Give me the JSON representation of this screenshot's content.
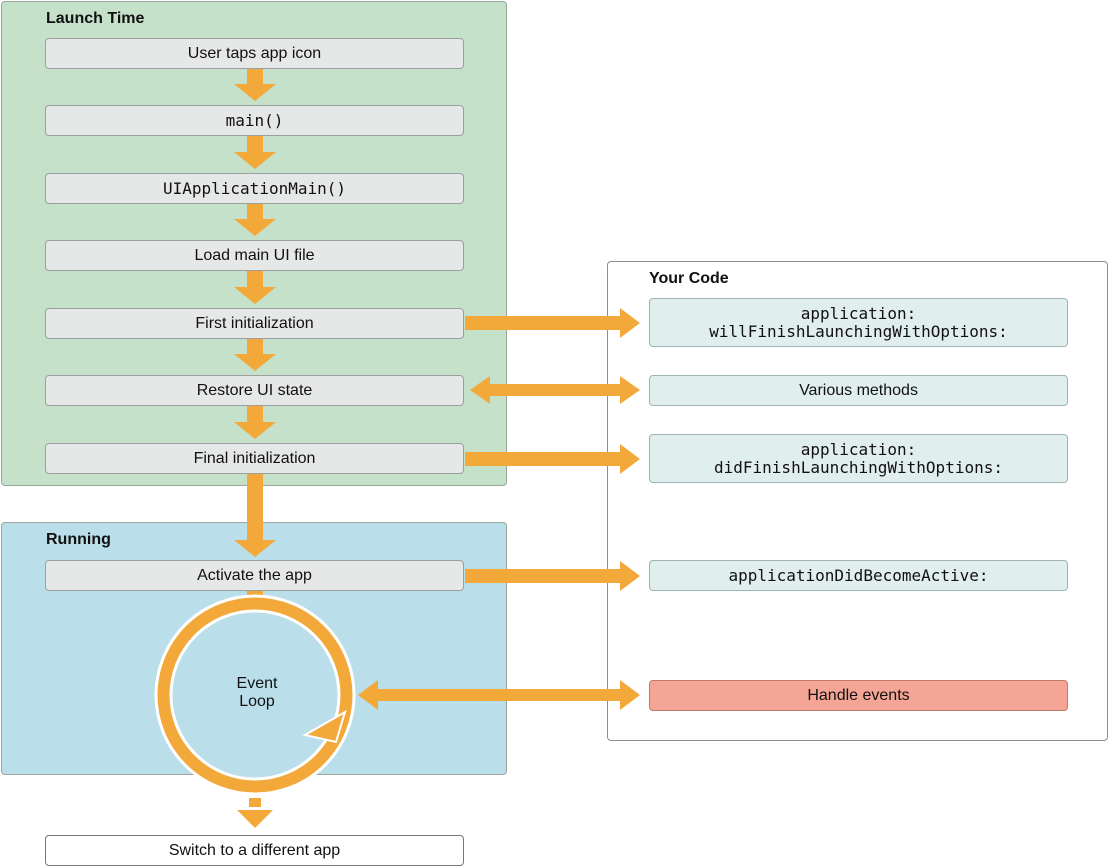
{
  "colors": {
    "launch_region": "#c5e1c9",
    "running_region": "#bbdfea",
    "arrow": "#f3a93a",
    "step_box": "#e6e7e7",
    "code_box": "#e1eeee",
    "handle_events": "#f4a595"
  },
  "launch": {
    "title": "Launch Time",
    "steps": [
      "User taps app icon",
      "main()",
      "UIApplicationMain()",
      "Load main UI file",
      "First initialization",
      "Restore UI state",
      "Final initialization"
    ]
  },
  "running": {
    "title": "Running",
    "activate": "Activate the app",
    "event_loop_line1": "Event",
    "event_loop_line2": "Loop"
  },
  "your_code": {
    "title": "Your Code",
    "will_finish_line1": "application:",
    "will_finish_line2": "willFinishLaunchingWithOptions:",
    "various": "Various methods",
    "did_finish_line1": "application:",
    "did_finish_line2": "didFinishLaunchingWithOptions:",
    "did_become_active": "applicationDidBecomeActive:",
    "handle_events": "Handle events"
  },
  "switch_app": "Switch to a different app"
}
